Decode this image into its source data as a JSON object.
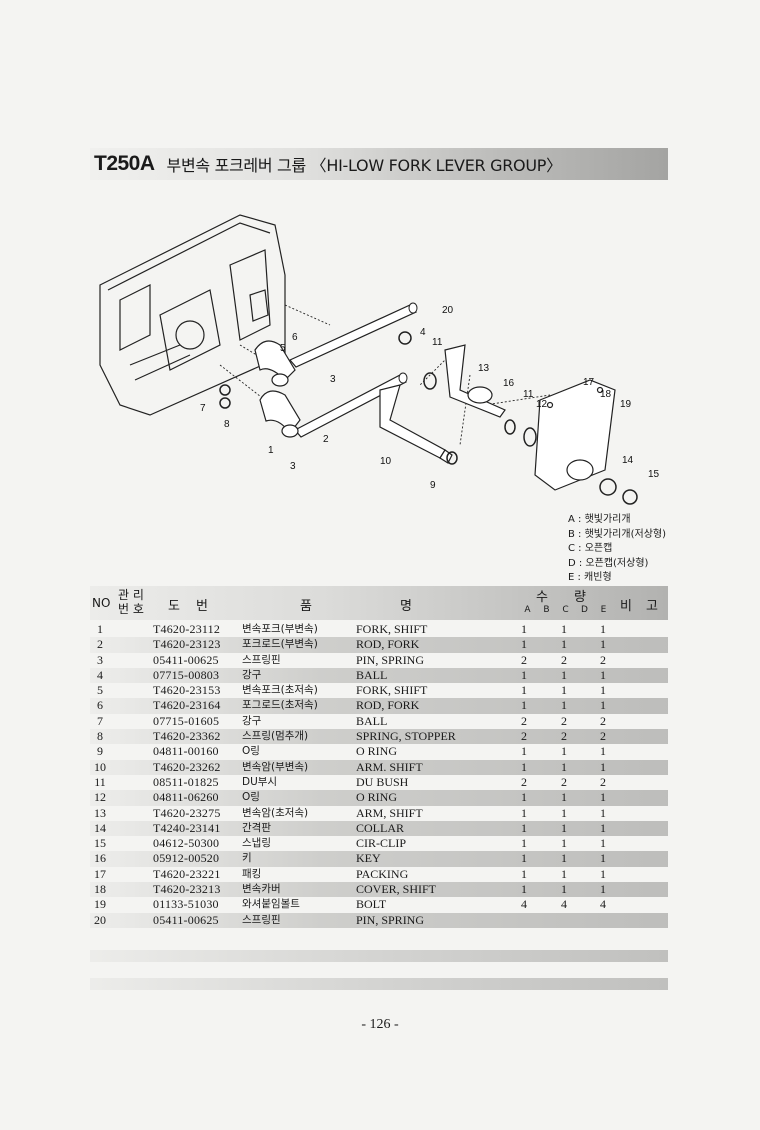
{
  "title": {
    "code": "T250A",
    "text": "부변속 포크레버 그룹 〈HI-LOW FORK LEVER GROUP〉"
  },
  "diagram": {
    "callouts": [
      "1",
      "2",
      "3",
      "3",
      "4",
      "5",
      "6",
      "7",
      "8",
      "9",
      "10",
      "11",
      "11",
      "12",
      "13",
      "14",
      "15",
      "16",
      "17",
      "18",
      "19",
      "20"
    ]
  },
  "legend": [
    "A : 햇빛가리개",
    "B : 햇빛가리개(저상형)",
    "C : 오픈캡",
    "D : 오픈캡(저상형)",
    "E : 캐빈형"
  ],
  "table_header": {
    "no": "NO",
    "mgmt_line1": "관 리",
    "mgmt_line2": "번 호",
    "drawing_a": "도",
    "drawing_b": "번",
    "name_a": "품",
    "name_b": "명",
    "qty_a": "수",
    "qty_b": "량",
    "qty_cols": [
      "A",
      "B",
      "C",
      "D",
      "E"
    ],
    "note_a": "비",
    "note_b": "고"
  },
  "rows": [
    {
      "no": "1",
      "part": "T4620-23112",
      "kr": "변속포크(부변속)",
      "en": "FORK, SHIFT",
      "a": "1",
      "c": "1",
      "e": "1"
    },
    {
      "no": "2",
      "part": "T4620-23123",
      "kr": "포크로드(부변속)",
      "en": "ROD, FORK",
      "a": "1",
      "c": "1",
      "e": "1"
    },
    {
      "no": "3",
      "part": "05411-00625",
      "kr": "스프링핀",
      "en": "PIN, SPRING",
      "a": "2",
      "c": "2",
      "e": "2"
    },
    {
      "no": "4",
      "part": "07715-00803",
      "kr": "강구",
      "en": "BALL",
      "a": "1",
      "c": "1",
      "e": "1"
    },
    {
      "no": "5",
      "part": "T4620-23153",
      "kr": "변속포크(초저속)",
      "en": "FORK, SHIFT",
      "a": "1",
      "c": "1",
      "e": "1"
    },
    {
      "no": "6",
      "part": "T4620-23164",
      "kr": "포그로드(초저속)",
      "en": "ROD, FORK",
      "a": "1",
      "c": "1",
      "e": "1"
    },
    {
      "no": "7",
      "part": "07715-01605",
      "kr": "강구",
      "en": "BALL",
      "a": "2",
      "c": "2",
      "e": "2"
    },
    {
      "no": "8",
      "part": "T4620-23362",
      "kr": "스프링(멈추개)",
      "en": "SPRING, STOPPER",
      "a": "2",
      "c": "2",
      "e": "2"
    },
    {
      "no": "9",
      "part": "04811-00160",
      "kr": "O링",
      "en": "O RING",
      "a": "1",
      "c": "1",
      "e": "1"
    },
    {
      "no": "10",
      "part": "T4620-23262",
      "kr": "변속암(부변속)",
      "en": "ARM. SHIFT",
      "a": "1",
      "c": "1",
      "e": "1"
    },
    {
      "no": "11",
      "part": "08511-01825",
      "kr": "DU부시",
      "en": "DU BUSH",
      "a": "2",
      "c": "2",
      "e": "2"
    },
    {
      "no": "12",
      "part": "04811-06260",
      "kr": "O링",
      "en": "O RING",
      "a": "1",
      "c": "1",
      "e": "1"
    },
    {
      "no": "13",
      "part": "T4620-23275",
      "kr": "변속암(초저속)",
      "en": "ARM, SHIFT",
      "a": "1",
      "c": "1",
      "e": "1"
    },
    {
      "no": "14",
      "part": "T4240-23141",
      "kr": "간격판",
      "en": "COLLAR",
      "a": "1",
      "c": "1",
      "e": "1"
    },
    {
      "no": "15",
      "part": "04612-50300",
      "kr": "스냅링",
      "en": "CIR-CLIP",
      "a": "1",
      "c": "1",
      "e": "1"
    },
    {
      "no": "16",
      "part": "05912-00520",
      "kr": "키",
      "en": "KEY",
      "a": "1",
      "c": "1",
      "e": "1"
    },
    {
      "no": "17",
      "part": "T4620-23221",
      "kr": "패킹",
      "en": "PACKING",
      "a": "1",
      "c": "1",
      "e": "1"
    },
    {
      "no": "18",
      "part": "T4620-23213",
      "kr": "변속카버",
      "en": "COVER, SHIFT",
      "a": "1",
      "c": "1",
      "e": "1"
    },
    {
      "no": "19",
      "part": "01133-51030",
      "kr": "와셔붙임볼트",
      "en": "BOLT",
      "a": "4",
      "c": "4",
      "e": "4"
    },
    {
      "no": "20",
      "part": "05411-00625",
      "kr": "스프링핀",
      "en": "PIN, SPRING",
      "a": "",
      "c": "",
      "e": ""
    }
  ],
  "page_number": "- 126 -"
}
